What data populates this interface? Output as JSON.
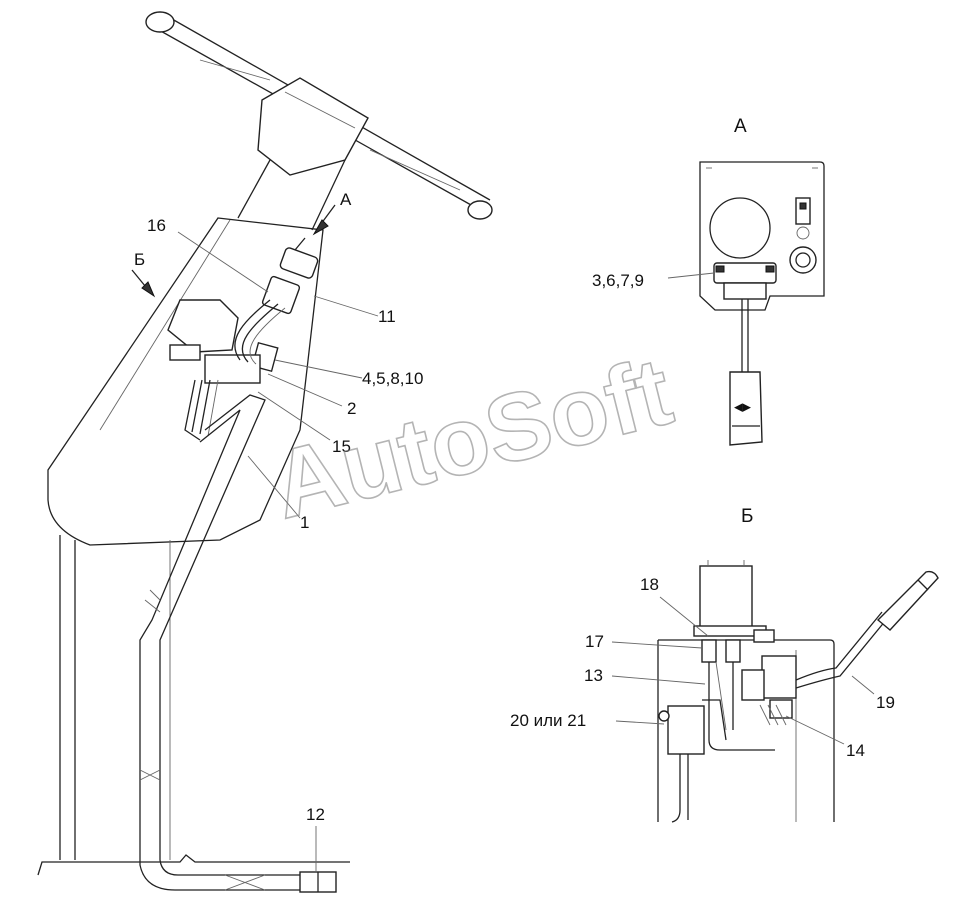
{
  "views": {
    "main": {
      "title": ""
    },
    "view_a": {
      "title": "А"
    },
    "view_b": {
      "title": "Б"
    }
  },
  "arrows": {
    "a": "А",
    "b": "Б"
  },
  "callouts": {
    "c16": "16",
    "c11": "11",
    "c4_5_8_10": "4,5,8,10",
    "c2": "2",
    "c15": "15",
    "c1": "1",
    "c12": "12",
    "c3_6_7_9": "3,6,7,9",
    "c18": "18",
    "c17": "17",
    "c13": "13",
    "c20_21": "20 или 21",
    "c14": "14",
    "c19": "19"
  },
  "watermark": "AutoSoft"
}
